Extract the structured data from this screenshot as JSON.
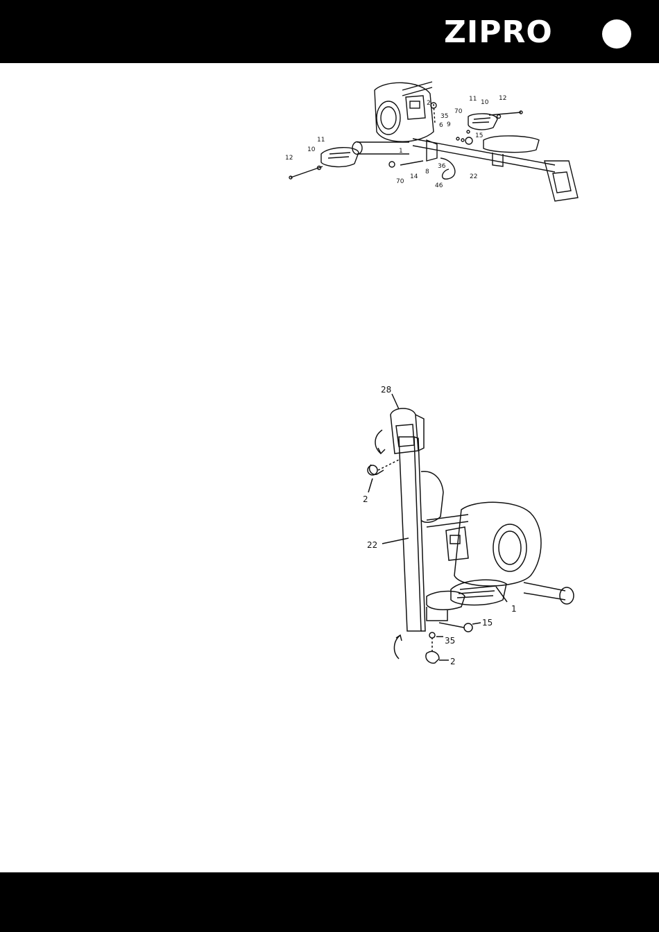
{
  "header": {
    "brand": "ZIPRO"
  },
  "figure_1": {
    "part_labels": [
      "12",
      "10",
      "11",
      "1",
      "70",
      "14",
      "8",
      "36",
      "46",
      "22",
      "2",
      "35",
      "6",
      "9",
      "70",
      "15",
      "11",
      "10",
      "12"
    ]
  },
  "figure_2": {
    "part_labels": [
      "28",
      "2",
      "22",
      "1",
      "15",
      "35",
      "2"
    ]
  },
  "colors": {
    "bar": "#000000",
    "line_art": "#111111",
    "background": "#ffffff"
  }
}
